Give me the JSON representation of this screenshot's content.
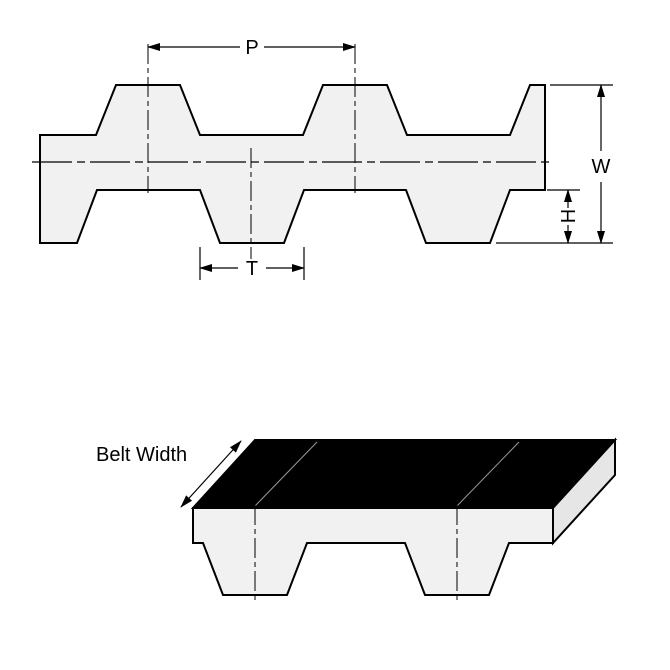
{
  "diagram": {
    "labels": {
      "pitch": "P",
      "overall_thickness": "W",
      "tooth_height": "H",
      "tooth_width": "T",
      "belt_width": "Belt Width"
    },
    "colors": {
      "line": "#000000",
      "belt_fill": "#f1f1f1",
      "end_face": "#e6e6e6",
      "top_face": "#000000",
      "background": "#ffffff"
    }
  }
}
